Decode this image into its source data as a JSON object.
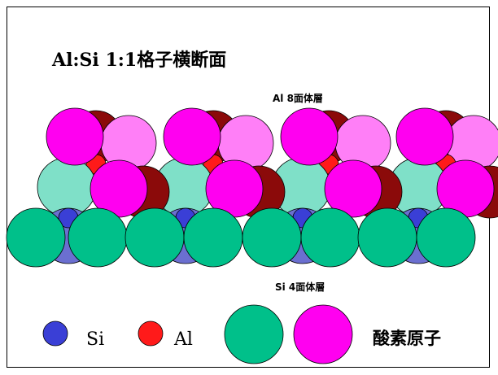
{
  "title": "Al:Si 1:1格子横断面",
  "layers": {
    "al_label": "Al 8面体層",
    "si_label": "Si 4面体層"
  },
  "legend": {
    "si_label": "Si",
    "al_label": "Al",
    "oxygen_label": "酸素原子"
  },
  "colors": {
    "silicon": "#3a3fd6",
    "aluminum": "#ff1a1a",
    "oxygen_teal": "#00c08a",
    "oxygen_magenta": "#ff00f0",
    "oxygen_magenta_light": "#ff7ff7",
    "oxygen_dark_red": "#8b0a0a",
    "oxygen_teal_light": "#7fe0c8",
    "outline": "#000000"
  },
  "icons": [
    "silicon-atom-icon",
    "aluminum-atom-icon",
    "oxygen-teal-atom-icon",
    "oxygen-magenta-atom-icon"
  ]
}
